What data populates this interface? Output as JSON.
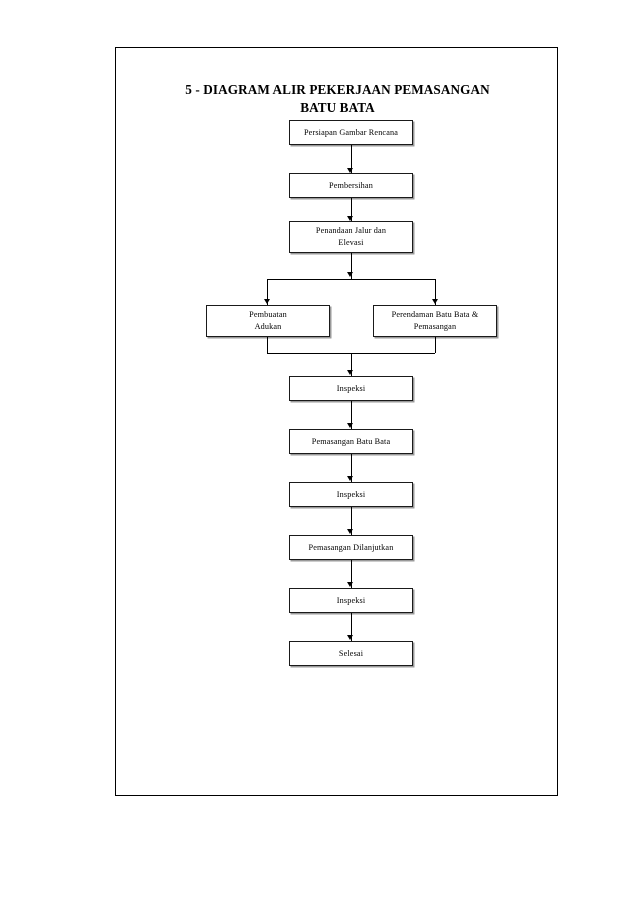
{
  "document": {
    "title_lines": [
      "5 - DIAGRAM ALIR PEKERJAAN PEMASANGAN",
      "BATU BATA"
    ],
    "page_background": "#ffffff",
    "border_color": "#000000"
  },
  "flowchart": {
    "type": "flowchart",
    "orientation": "top-to-bottom",
    "node_border_color": "#1a1a1a",
    "node_shadow_color": "#9a9a9a",
    "connector_color": "#000000",
    "nodes": [
      {
        "id": "n1",
        "label": "Persiapan Gambar Rencana",
        "column": "center"
      },
      {
        "id": "n2",
        "label": "Pembersihan",
        "column": "center"
      },
      {
        "id": "n3",
        "label": "Penandaan Jalur dan Elevasi",
        "column": "center"
      },
      {
        "id": "n4",
        "label": "Pembuatan Adukan",
        "column": "left-branch"
      },
      {
        "id": "n5",
        "label": "Perendaman Batu Bata & Pemasangan",
        "column": "right-branch"
      },
      {
        "id": "n6",
        "label": "Inspeksi",
        "column": "center"
      },
      {
        "id": "n7",
        "label": "Pemasangan Batu Bata",
        "column": "center"
      },
      {
        "id": "n8",
        "label": "Inspeksi",
        "column": "center"
      },
      {
        "id": "n9",
        "label": "Pemasangan Dilanjutkan",
        "column": "center"
      },
      {
        "id": "n10",
        "label": "Inspeksi",
        "column": "center"
      },
      {
        "id": "n11",
        "label": "Selesai",
        "column": "center"
      }
    ],
    "node_labels_wrapped": {
      "n3_line1": "Penandaan Jalur dan",
      "n3_line2": "Elevasi",
      "n4_line1": "Pembuatan",
      "n4_line2": "Adukan",
      "n5_line1": "Perendaman Batu Bata &",
      "n5_line2": "Pemasangan"
    },
    "edges": [
      {
        "from": "n1",
        "to": "n2"
      },
      {
        "from": "n2",
        "to": "n3"
      },
      {
        "from": "n3",
        "to": "n4",
        "via": "split"
      },
      {
        "from": "n3",
        "to": "n5",
        "via": "split"
      },
      {
        "from": "n4",
        "to": "n6",
        "via": "merge"
      },
      {
        "from": "n5",
        "to": "n6",
        "via": "merge"
      },
      {
        "from": "n6",
        "to": "n7"
      },
      {
        "from": "n7",
        "to": "n8"
      },
      {
        "from": "n8",
        "to": "n9"
      },
      {
        "from": "n9",
        "to": "n10"
      },
      {
        "from": "n10",
        "to": "n11"
      }
    ]
  }
}
